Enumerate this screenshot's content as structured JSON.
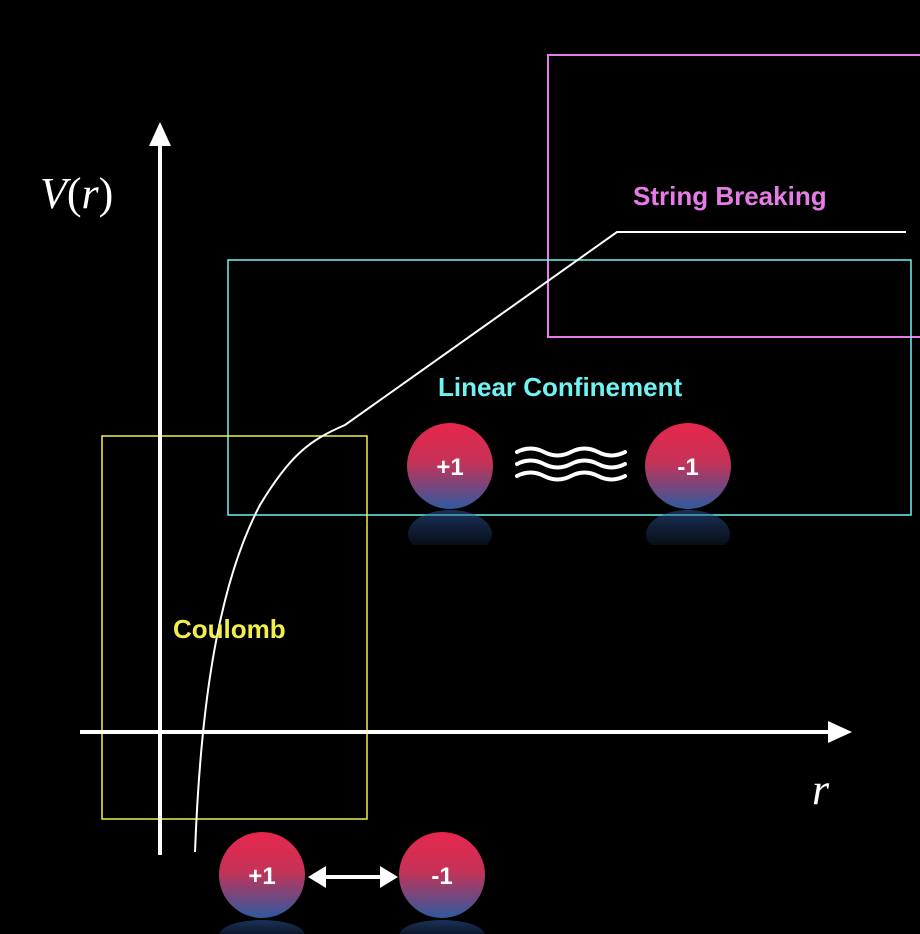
{
  "axes": {
    "y_label_v": "V",
    "y_label_lparen": "(",
    "y_label_r": "r",
    "y_label_rparen": ")",
    "x_label": "r"
  },
  "regions": {
    "coulomb": {
      "label": "Coulomb",
      "color": "#f2ef4a"
    },
    "linear": {
      "label": "Linear Confinement",
      "color": "#6ff3f3"
    },
    "string_breaking": {
      "label": "String Breaking",
      "color": "#e77be7"
    }
  },
  "charges": {
    "coulomb_pair": {
      "positive": "+1",
      "negative": "-1"
    },
    "confinement_pair": {
      "positive": "+1",
      "negative": "-1"
    }
  },
  "colors": {
    "background": "#000000",
    "axis": "#ffffff",
    "curve": "#ffffff",
    "charge_top": "#e8264c",
    "charge_bottom": "#2f5aa0"
  }
}
